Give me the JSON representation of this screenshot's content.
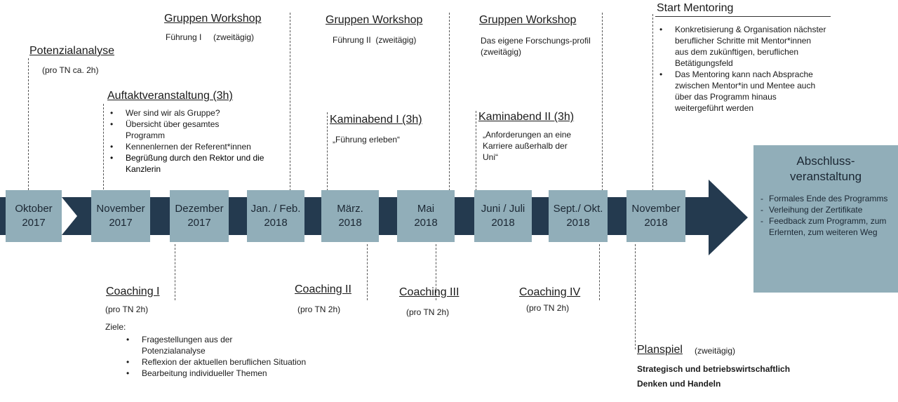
{
  "timeline": [
    {
      "label": "Oktober 2017"
    },
    {
      "label": "November 2017"
    },
    {
      "label": "Dezember 2017"
    },
    {
      "label": "Jan. / Feb. 2018"
    },
    {
      "label": "März. 2018"
    },
    {
      "label": "Mai 2018"
    },
    {
      "label": "Juni / Juli 2018"
    },
    {
      "label": "Sept./ Okt. 2018"
    },
    {
      "label": "November 2018"
    }
  ],
  "potenzial": {
    "title": "Potenzialanalyse",
    "sub": "(pro TN ca. 2h)"
  },
  "auftakt": {
    "title": "Auftaktveranstaltung (3h)",
    "items": [
      "Wer sind wir als Gruppe?",
      "Übersicht über gesamtes Programm",
      "Kennenlernen der Referent*innen",
      "Begrüßung durch den Rektor und die Kanzlerin"
    ]
  },
  "workshop1": {
    "title": "Gruppen Workshop",
    "sub": "Führung I     (zweitägig)"
  },
  "workshop2": {
    "title": "Gruppen Workshop",
    "sub": "Führung II  (zweitägig)"
  },
  "workshop3": {
    "title": "Gruppen Workshop",
    "sub": "Das eigene Forschungs-profil   (zweitägig)"
  },
  "kamin1": {
    "title": "Kaminabend I (3h)",
    "sub": "„Führung erleben“"
  },
  "kamin2": {
    "title": "Kaminabend II (3h)",
    "sub": "„Anforderungen an eine Karriere außerhalb der Uni“"
  },
  "mentoring": {
    "title": "Start Mentoring",
    "items": [
      "Konkretisierung & Organisation nächster beruflicher Schritte mit Mentor*innen aus dem zukünftigen, beruflichen Betätigungsfeld",
      "Das Mentoring kann nach Absprache zwischen Mentor*in und Mentee auch über das Programm hinaus weitergeführt werden"
    ]
  },
  "abschluss": {
    "title": "Abschluss-veranstaltung",
    "items": [
      "Formales Ende des Programms",
      "Verleihung der Zertifikate",
      "Feedback zum Programm, zum Erlernten, zum weiteren Weg"
    ]
  },
  "coaching1": {
    "title": "Coaching I",
    "sub": "(pro TN 2h)",
    "ziele": "Ziele:",
    "items": [
      "Fragestellungen aus der Potenzialanalyse",
      "Reflexion der aktuellen beruflichen Situation",
      "Bearbeitung individueller Themen"
    ]
  },
  "coaching2": {
    "title": "Coaching II",
    "sub": "(pro TN 2h)"
  },
  "coaching3": {
    "title": "Coaching III",
    "sub": "(pro TN 2h)"
  },
  "coaching4": {
    "title": "Coaching IV",
    "sub": "(pro TN 2h)"
  },
  "planspiel": {
    "title": "Planspiel",
    "note": "(zweitägig)",
    "desc": "Strategisch und betriebswirtschaftlich Denken und Handeln"
  }
}
